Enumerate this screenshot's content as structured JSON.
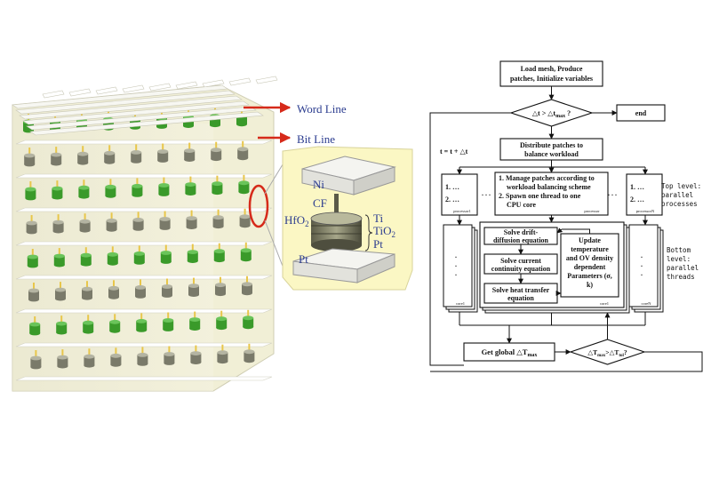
{
  "crossbar": {
    "word_line": "Word Line",
    "bit_line": "Bit Line",
    "layers": {
      "ni": "Ni",
      "cf": "CF",
      "hfo2_main": "HfO",
      "hfo2_sub": "2",
      "ti": "Ti",
      "tio2_main": "TiO",
      "tio2_sub": "2",
      "pt_inner": "Pt",
      "pt_bottom": "Pt"
    },
    "colors": {
      "pillar": "#3a9a2a",
      "accent": "#d62a1a",
      "glow": "#fbf7c4"
    }
  },
  "flowchart": {
    "load_mesh": [
      "Load mesh, Produce",
      "patches, Initialize variables"
    ],
    "check_dt": {
      "main": "△t > △t",
      "sub": "max",
      "tail": " ?"
    },
    "end": "end",
    "increment": "t = t + △t",
    "distribute": [
      "Distribute patches to",
      "balance workload"
    ],
    "manage": [
      "1. Manage patches according to",
      "workload balancing scheme",
      "2. Spawn  one thread to one",
      "CPU core"
    ],
    "processor": "processor",
    "processor1": "processor1",
    "processorN": "processorN",
    "list_item_1": "1. …",
    "list_item_2": "2. …",
    "ellipsis": ". . .",
    "top_level": [
      "Top level:",
      "parallel",
      "processes"
    ],
    "bottom_level": [
      "Bottom",
      "level:",
      "parallel",
      "threads"
    ],
    "drift": [
      "Solve drift-",
      "diffusion equation"
    ],
    "current": [
      "Solve  current",
      "continuity equation"
    ],
    "heat": [
      "Solve heat transfer",
      "equation"
    ],
    "update": [
      "Update",
      "temperature",
      "and OV density",
      "dependent",
      "Parameters (σ,",
      "k)"
    ],
    "core1": "core1",
    "coreN": "coreN",
    "get_global": {
      "main": "Get global △T",
      "sub": "max"
    },
    "check_T": {
      "a": "△T",
      "a_sub": "max",
      "b": ">△T",
      "b_sub": "tol",
      "c": "?"
    }
  }
}
